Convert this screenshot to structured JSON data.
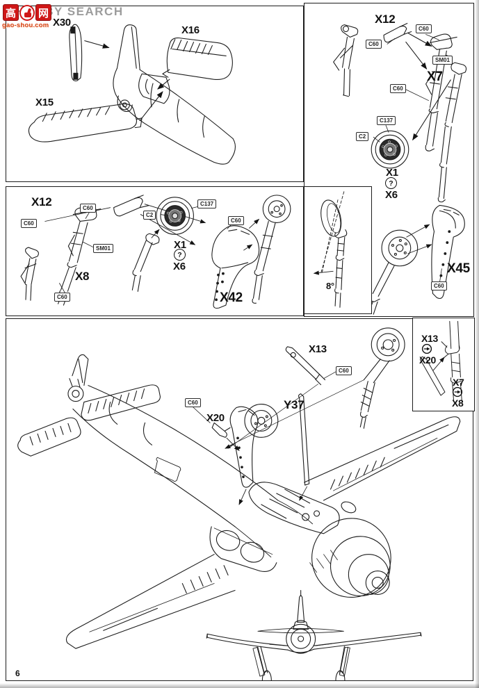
{
  "page": {
    "number": "6"
  },
  "watermark": {
    "brand": "HOBBY SEARCH",
    "logo_left_char": "高",
    "logo_right_char": "网",
    "site": "gao-shou.com"
  },
  "panels": {
    "top_left": {
      "labels": [
        "X30",
        "X16",
        "X15"
      ]
    },
    "top_right": {
      "labels": [
        "X12",
        "X7",
        "X1",
        "X6",
        "X45"
      ],
      "option_symbol": "?",
      "callouts": [
        "C60",
        "C60",
        "SM01",
        "C60",
        "C137",
        "C2",
        "C60"
      ]
    },
    "angle_inset": {
      "angle_label": "8°"
    },
    "mid_left": {
      "labels": [
        "X12",
        "X8",
        "X1",
        "X6",
        "X42"
      ],
      "option_symbol": "?",
      "callouts": [
        "C60",
        "C60",
        "SM01",
        "C60",
        "C137",
        "C2",
        "C60"
      ]
    },
    "bottom": {
      "labels": [
        "X13",
        "Y37",
        "X20"
      ],
      "callouts": [
        "C60",
        "C60"
      ],
      "inset_labels": [
        "X13",
        "X20",
        "X7",
        "X8"
      ]
    }
  }
}
